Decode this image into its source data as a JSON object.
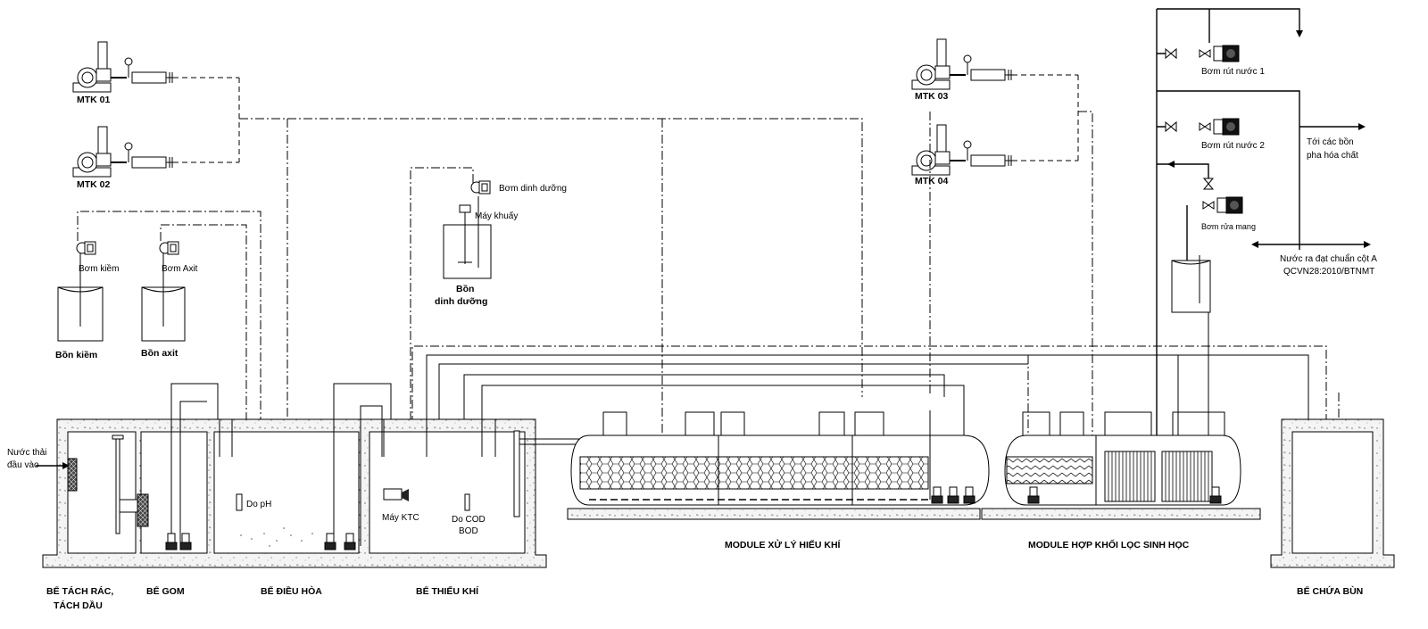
{
  "diagram": {
    "blowers": [
      "MTK 01",
      "MTK 02",
      "MTK 03",
      "MTK 04"
    ],
    "chemicals": {
      "pump_alkali": "Bơm kiềm",
      "pump_acid": "Bơm Axit",
      "tank_alkali": "Bồn kiềm",
      "tank_acid": "Bồn axit",
      "pump_nutrient": "Bơm dinh dưỡng",
      "mixer": "Máy khuấy",
      "tank_nutrient_1": "Bồn",
      "tank_nutrient_2": "dinh dưỡng"
    },
    "pumps_right": {
      "pump1": "Bơm rút nước 1",
      "pump2": "Bơm rút nước 2",
      "backwash": "Bơm rửa mang",
      "to_tanks_1": "Tới các bồn",
      "to_tanks_2": "pha hóa chất",
      "outlet_1": "Nước ra đạt chuẩn cột A",
      "outlet_2": "QCVN28:2010/BTNMT"
    },
    "inlet": {
      "line1": "Nước thải",
      "line2": "đầu vào"
    },
    "instruments": {
      "ph": "Do pH",
      "ktc": "Máy KTC",
      "cod1": "Do COD",
      "cod2": "BOD"
    },
    "sections": {
      "s1a": "BỂ TÁCH RÁC,",
      "s1b": "TÁCH DẦU",
      "s2": "BỂ GOM",
      "s3": "BỂ ĐIỀU HÒA",
      "s4": "BỂ THIẾU KHÍ",
      "s5": "MODULE XỬ LÝ HIẾU KHÍ",
      "s6": "MODULE HỢP KHỐI LỌC SINH HỌC",
      "s7": "BỂ CHỨA BÙN"
    }
  }
}
